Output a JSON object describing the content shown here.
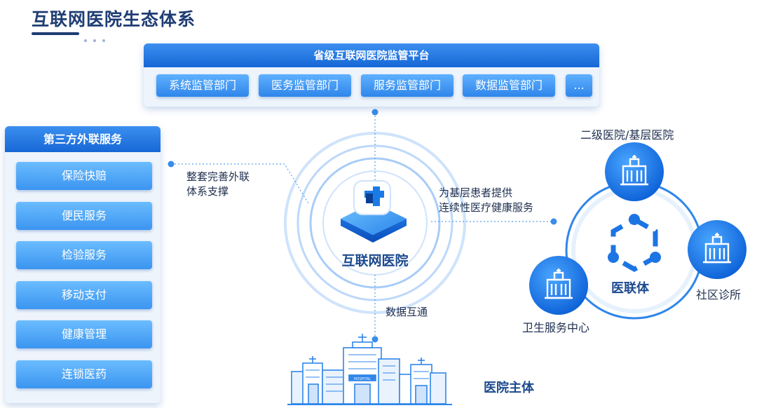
{
  "title": "互联网医院生态体系",
  "platform": {
    "title": "省级互联网医院监管平台",
    "departments": [
      "系统监管部门",
      "医务监管部门",
      "服务监管部门",
      "数据监管部门",
      "..."
    ]
  },
  "third_party": {
    "title": "第三方外联服务",
    "items": [
      "保险快赔",
      "便民服务",
      "检验服务",
      "移动支付",
      "健康管理",
      "连锁医药"
    ]
  },
  "center": {
    "label": "互联网医院"
  },
  "edges": {
    "left_label": [
      "整套完善外联",
      "体系支撑"
    ],
    "right_label": [
      "为基层患者提供",
      "连续性医疗健康服务"
    ],
    "bottom_label": "数据互通"
  },
  "alliance": {
    "label": "医联体",
    "top_node": "二级医院/基层医院",
    "right_node": "社区诊所",
    "left_node": "卫生服务中心"
  },
  "hospital": {
    "label": "医院主体",
    "sign": "HOSPITAL"
  },
  "colors": {
    "primary": "#1667d6",
    "accent": "#3b95f0",
    "title": "#1f3d73"
  }
}
